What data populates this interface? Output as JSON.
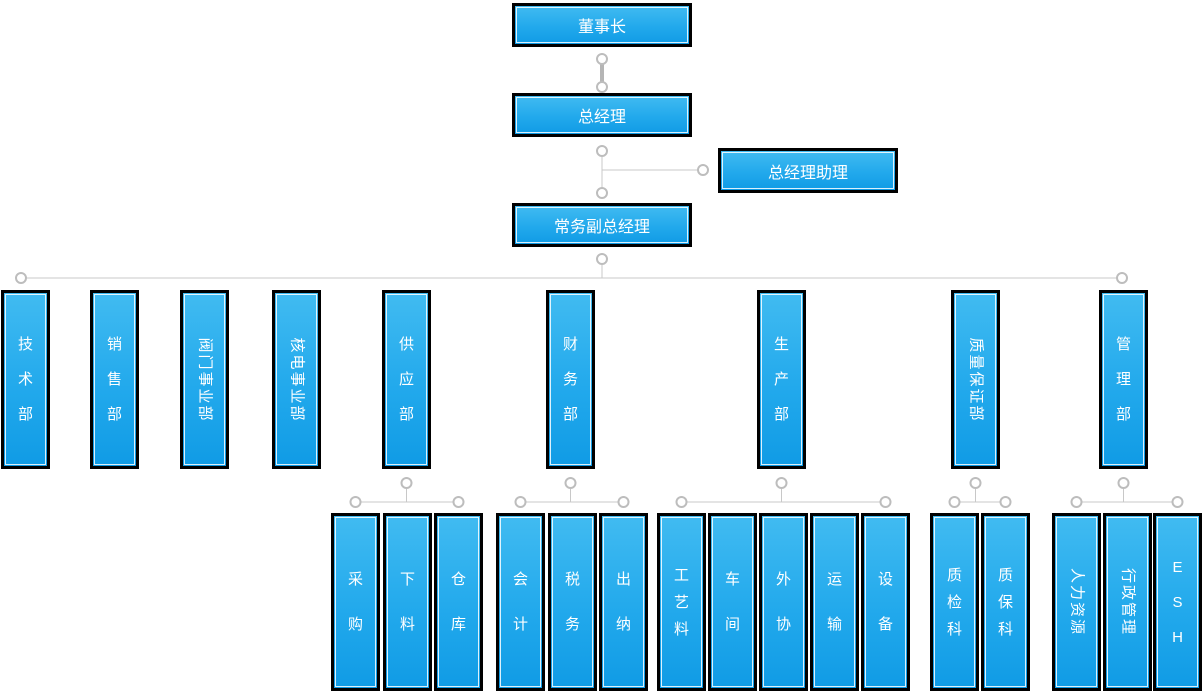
{
  "nodes": {
    "chairman": {
      "label": "董事长"
    },
    "general_manager": {
      "label": "总经理"
    },
    "gm_assistant": {
      "label": "总经理助理"
    },
    "deputy_gm": {
      "label": "常务副总经理"
    }
  },
  "departments": [
    {
      "label": "技术部"
    },
    {
      "label": "销售部"
    },
    {
      "label": "阀门事业部"
    },
    {
      "label": "核电事业部"
    },
    {
      "label": "供应部"
    },
    {
      "label": "财务部"
    },
    {
      "label": "生产部"
    },
    {
      "label": "质量保证部"
    },
    {
      "label": "管理部"
    }
  ],
  "sub_departments": {
    "supply": [
      {
        "label": "采购"
      },
      {
        "label": "下料"
      },
      {
        "label": "仓库"
      }
    ],
    "finance": [
      {
        "label": "会计"
      },
      {
        "label": "税务"
      },
      {
        "label": "出纳"
      }
    ],
    "production": [
      {
        "label": "工艺料"
      },
      {
        "label": "车间"
      },
      {
        "label": "外协"
      },
      {
        "label": "运输"
      },
      {
        "label": "设备"
      }
    ],
    "quality": [
      {
        "label": "质检科"
      },
      {
        "label": "质保科"
      }
    ],
    "admin": [
      {
        "label": "人力资源"
      },
      {
        "label": "行政管理"
      },
      {
        "label": "ESH"
      }
    ]
  },
  "colors": {
    "box_fill_top": "#41bbf1",
    "box_fill_bottom": "#109be5",
    "box_border": "#000000",
    "box_inner_border": "#ffffff",
    "box_text": "#ffffff",
    "connector_line": "#c8c8c8",
    "connector_dot_fill": "#ffffff",
    "connector_dot_stroke": "#bdbdbd",
    "background": "#ffffff"
  }
}
